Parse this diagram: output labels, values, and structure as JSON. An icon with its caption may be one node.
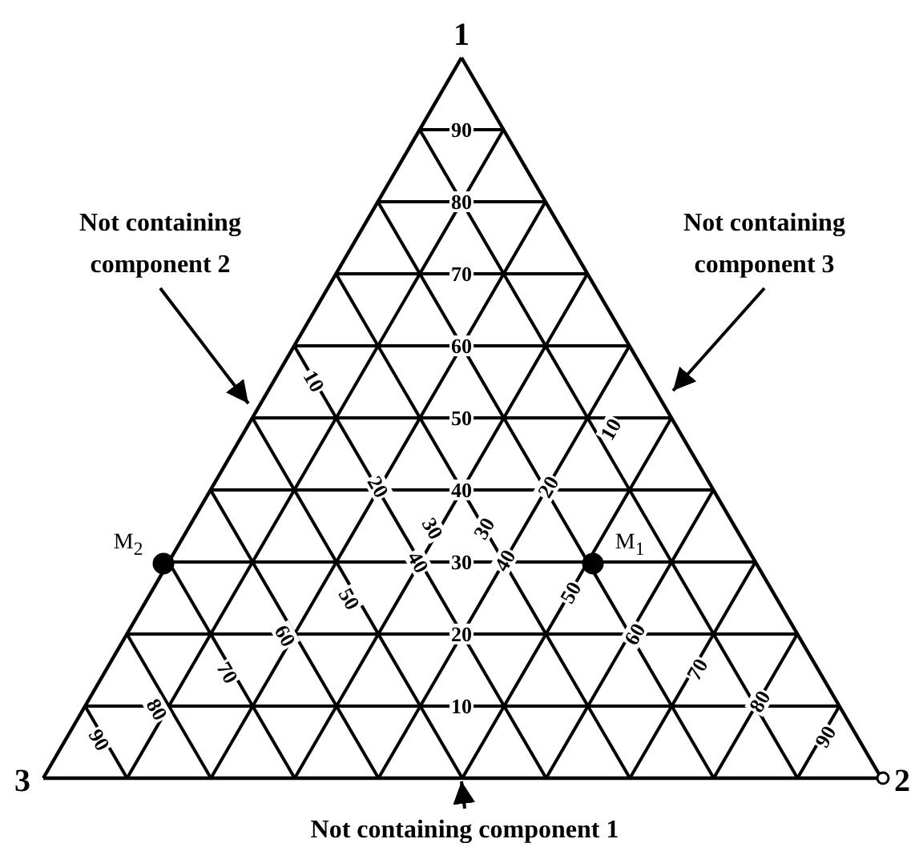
{
  "diagram": {
    "nodes": [
      {
        "text": [
          "Not containing component 2"
        ]
      },
      {
        "text": [
          "Not containing component 3"
        ]
      },
      {
        "text": [
          "Not containing component 1"
        ]
      }
    ],
    "edges": [
      {
        "from": 0,
        "to": null,
        "arrow": "to"
      },
      {
        "from": 1,
        "to": null,
        "arrow": "to"
      },
      {
        "from": 2,
        "to": null,
        "arrow": "to"
      }
    ],
    "labels": [
      "1",
      "90",
      "80",
      "70",
      "60",
      "50",
      "40",
      "30",
      "20",
      "10",
      "10",
      "20",
      "30",
      "40",
      "50",
      "60",
      "70",
      "80",
      "90",
      "10",
      "20",
      "30",
      "40",
      "50",
      "60",
      "70",
      "80",
      "90",
      "M$_{2}$",
      "M$_{1}$",
      "3",
      "2"
    ]
  }
}
